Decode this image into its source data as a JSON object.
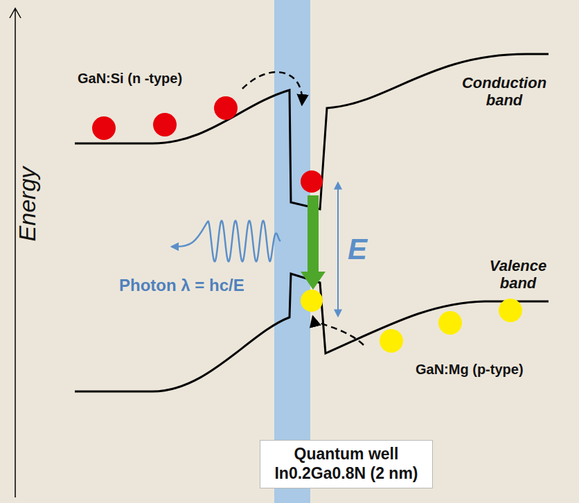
{
  "diagram": {
    "nodes": [
      {
        "text": [
          "Quantum well In0.2Ga0.8N (2 nm)"
        ]
      }
    ],
    "labels": [
      "Energy",
      "GaN:Si (n -type)",
      "Conduction band",
      "Valence band",
      "E",
      "Photon λ = hc/E",
      "GaN:Mg (p-type)"
    ]
  }
}
